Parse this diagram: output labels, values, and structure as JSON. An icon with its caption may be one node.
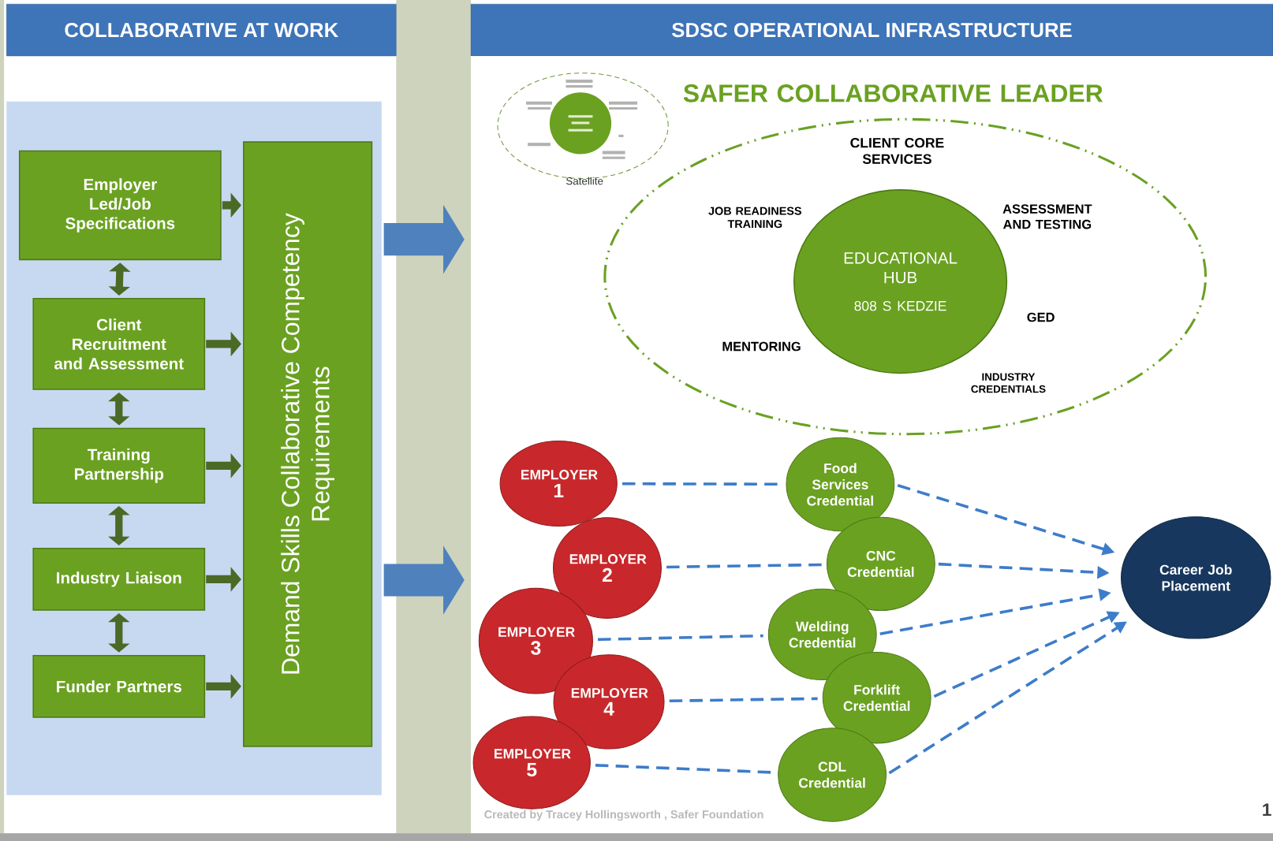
{
  "diagram": {
    "nodes": [
      {
        "text": [
          "COLLABORATIVE AT WORK"
        ]
      },
      {
        "text": [
          "SDSC OPERATIONAL INFRASTRUCTURE"
        ]
      },
      {
        "text": [
          "Employer Led/Job Specifications"
        ]
      },
      {
        "text": [
          "Client Recruitment and Assessment"
        ]
      },
      {
        "text": [
          "Training Partnership"
        ]
      },
      {
        "text": [
          "Industry Liaison"
        ]
      },
      {
        "text": [
          "Funder Partners"
        ]
      },
      {
        "text": [
          "Demand Skills Collaborative Competency Requirements"
        ]
      },
      {
        "text": [
          "SAFER COLLABORATIVE LEADER",
          "CLIENT CORE SERVICES",
          "JOB READINESS TRAINING",
          "ASSESSMENT AND TESTING",
          "GED",
          "MENTORING",
          "INDUSTRY CREDENTIALS"
        ]
      },
      {
        "text": [
          "EDUCATIONAL HUB",
          "808 S KEDZIE"
        ],
        "in": 8
      },
      {
        "text": [
          "EMPLOYER",
          "1"
        ]
      },
      {
        "text": [
          "EMPLOYER",
          "2"
        ]
      },
      {
        "text": [
          "EMPLOYER",
          "3"
        ]
      },
      {
        "text": [
          "EMPLOYER",
          "4"
        ]
      },
      {
        "text": [
          "EMPLOYER",
          "5"
        ]
      },
      {
        "text": [
          "Food Services Credential"
        ]
      },
      {
        "text": [
          "CNC Credential"
        ]
      },
      {
        "text": [
          "Welding Credential"
        ]
      },
      {
        "text": [
          "Forklift Credential"
        ]
      },
      {
        "text": [
          "CDL Credential"
        ]
      },
      {
        "text": [
          "Career Job Placement"
        ]
      }
    ],
    "edges": [
      {
        "from": 2,
        "to": 3,
        "arrow": "both",
        "color": "#4a6a25"
      },
      {
        "from": 3,
        "to": 4,
        "arrow": "both",
        "color": "#4a6a25"
      },
      {
        "from": 4,
        "to": 5,
        "arrow": "both",
        "color": "#4a6a25"
      },
      {
        "from": 5,
        "to": 6,
        "arrow": "both",
        "color": "#4a6a25"
      },
      {
        "from": 2,
        "to": 7,
        "arrow": "to",
        "color": "#4a6a25"
      },
      {
        "from": 3,
        "to": 7,
        "arrow": "to",
        "color": "#4a6a25"
      },
      {
        "from": 4,
        "to": 7,
        "arrow": "to",
        "color": "#4a6a25"
      },
      {
        "from": 5,
        "to": 7,
        "arrow": "to",
        "color": "#4a6a25"
      },
      {
        "from": 6,
        "to": 7,
        "arrow": "to",
        "color": "#4a6a25"
      },
      {
        "from": 7,
        "to": null,
        "arrow": "to",
        "style": "thick",
        "color": "#4f81bd"
      },
      {
        "from": 7,
        "to": null,
        "arrow": "to",
        "style": "thick",
        "color": "#4f81bd"
      },
      {
        "from": 10,
        "to": 15,
        "arrow": "none",
        "style": "dashed",
        "color": "#3d7cc9"
      },
      {
        "from": 11,
        "to": 16,
        "arrow": "none",
        "style": "dashed",
        "color": "#3d7cc9"
      },
      {
        "from": 12,
        "to": 17,
        "arrow": "none",
        "style": "dashed",
        "color": "#3d7cc9"
      },
      {
        "from": 13,
        "to": 18,
        "arrow": "none",
        "style": "dashed",
        "color": "#3d7cc9"
      },
      {
        "from": 14,
        "to": 19,
        "arrow": "none",
        "style": "dashed",
        "color": "#3d7cc9"
      },
      {
        "from": 15,
        "to": 20,
        "arrow": "to",
        "style": "dashed",
        "color": "#3d7cc9"
      },
      {
        "from": 16,
        "to": 20,
        "arrow": "to",
        "style": "dashed",
        "color": "#3d7cc9"
      },
      {
        "from": 17,
        "to": 20,
        "arrow": "to",
        "style": "dashed",
        "color": "#3d7cc9"
      },
      {
        "from": 18,
        "to": 20,
        "arrow": "to",
        "style": "dashed",
        "color": "#3d7cc9"
      },
      {
        "from": 19,
        "to": 20,
        "arrow": "to",
        "style": "dashed",
        "color": "#3d7cc9"
      }
    ],
    "labels": [
      "Satellite",
      "Created by Tracey Hollingsworth , Safer Foundation",
      "1"
    ]
  }
}
